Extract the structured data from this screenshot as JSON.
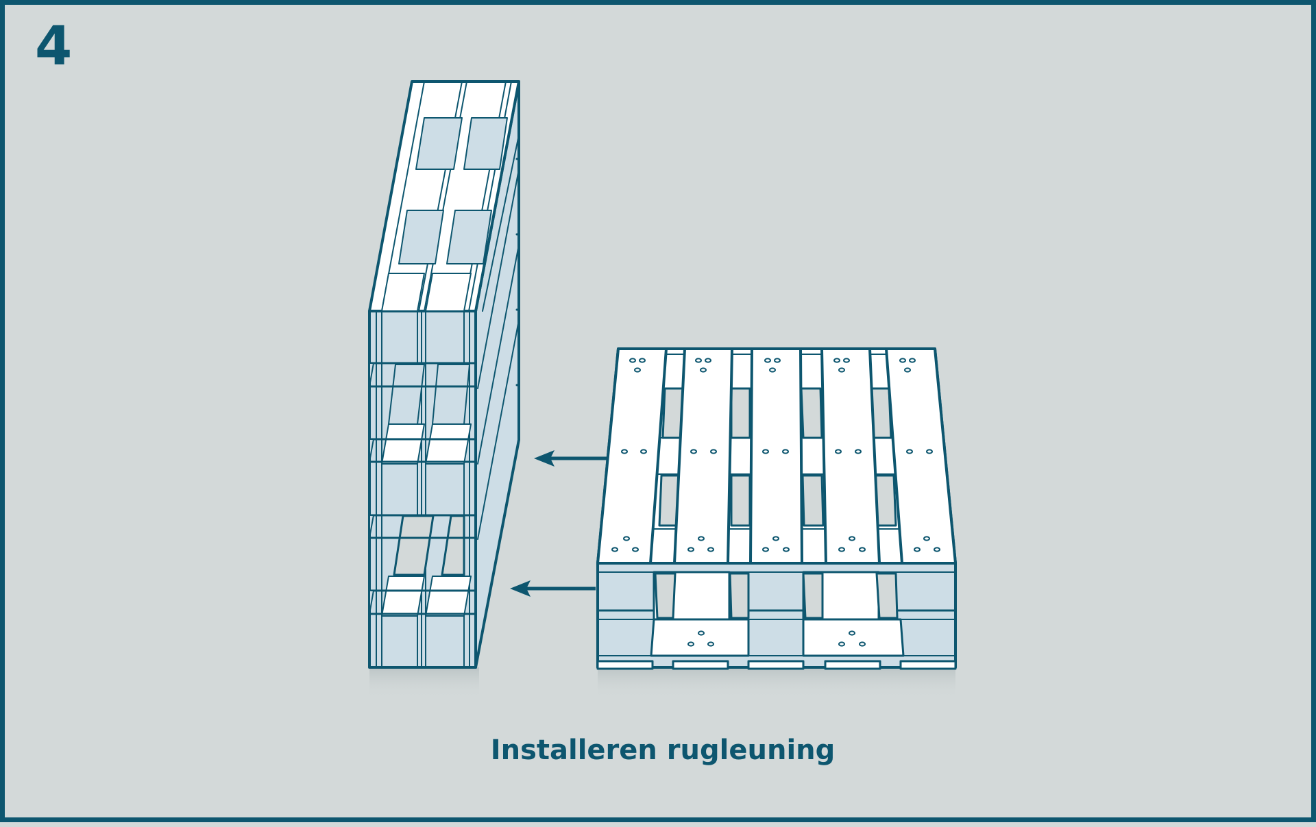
{
  "step": {
    "number": "4"
  },
  "caption": {
    "text": "Installeren rugleuning"
  },
  "colors": {
    "outline": "#0d566f",
    "background": "#d3d9d9",
    "wood": "#ffffff",
    "wood_shade": "#cddde6"
  },
  "illustration": {
    "standing_pallet": "euro-pallet-upright",
    "flat_pallet": "euro-pallet-flat",
    "arrows": [
      "arrow-left",
      "arrow-left"
    ]
  }
}
